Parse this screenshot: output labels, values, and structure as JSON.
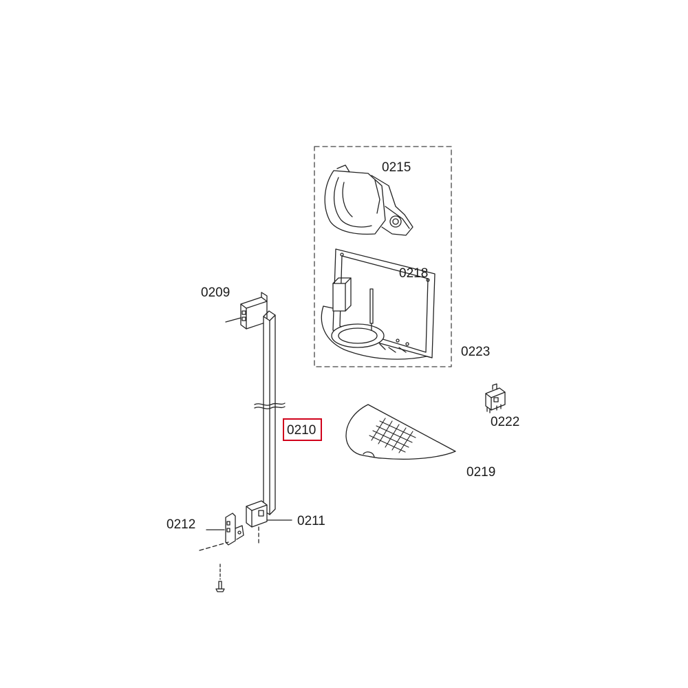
{
  "diagram": {
    "highlighted_part": "0210",
    "highlight_color": "#d0021b",
    "line_color": "#222222",
    "labels": {
      "p0215": "0215",
      "p0218": "0218",
      "p0223": "0223",
      "p0209": "0209",
      "p0222": "0222",
      "p0210": "0210",
      "p0219": "0219",
      "p0212": "0212",
      "p0211": "0211"
    }
  }
}
